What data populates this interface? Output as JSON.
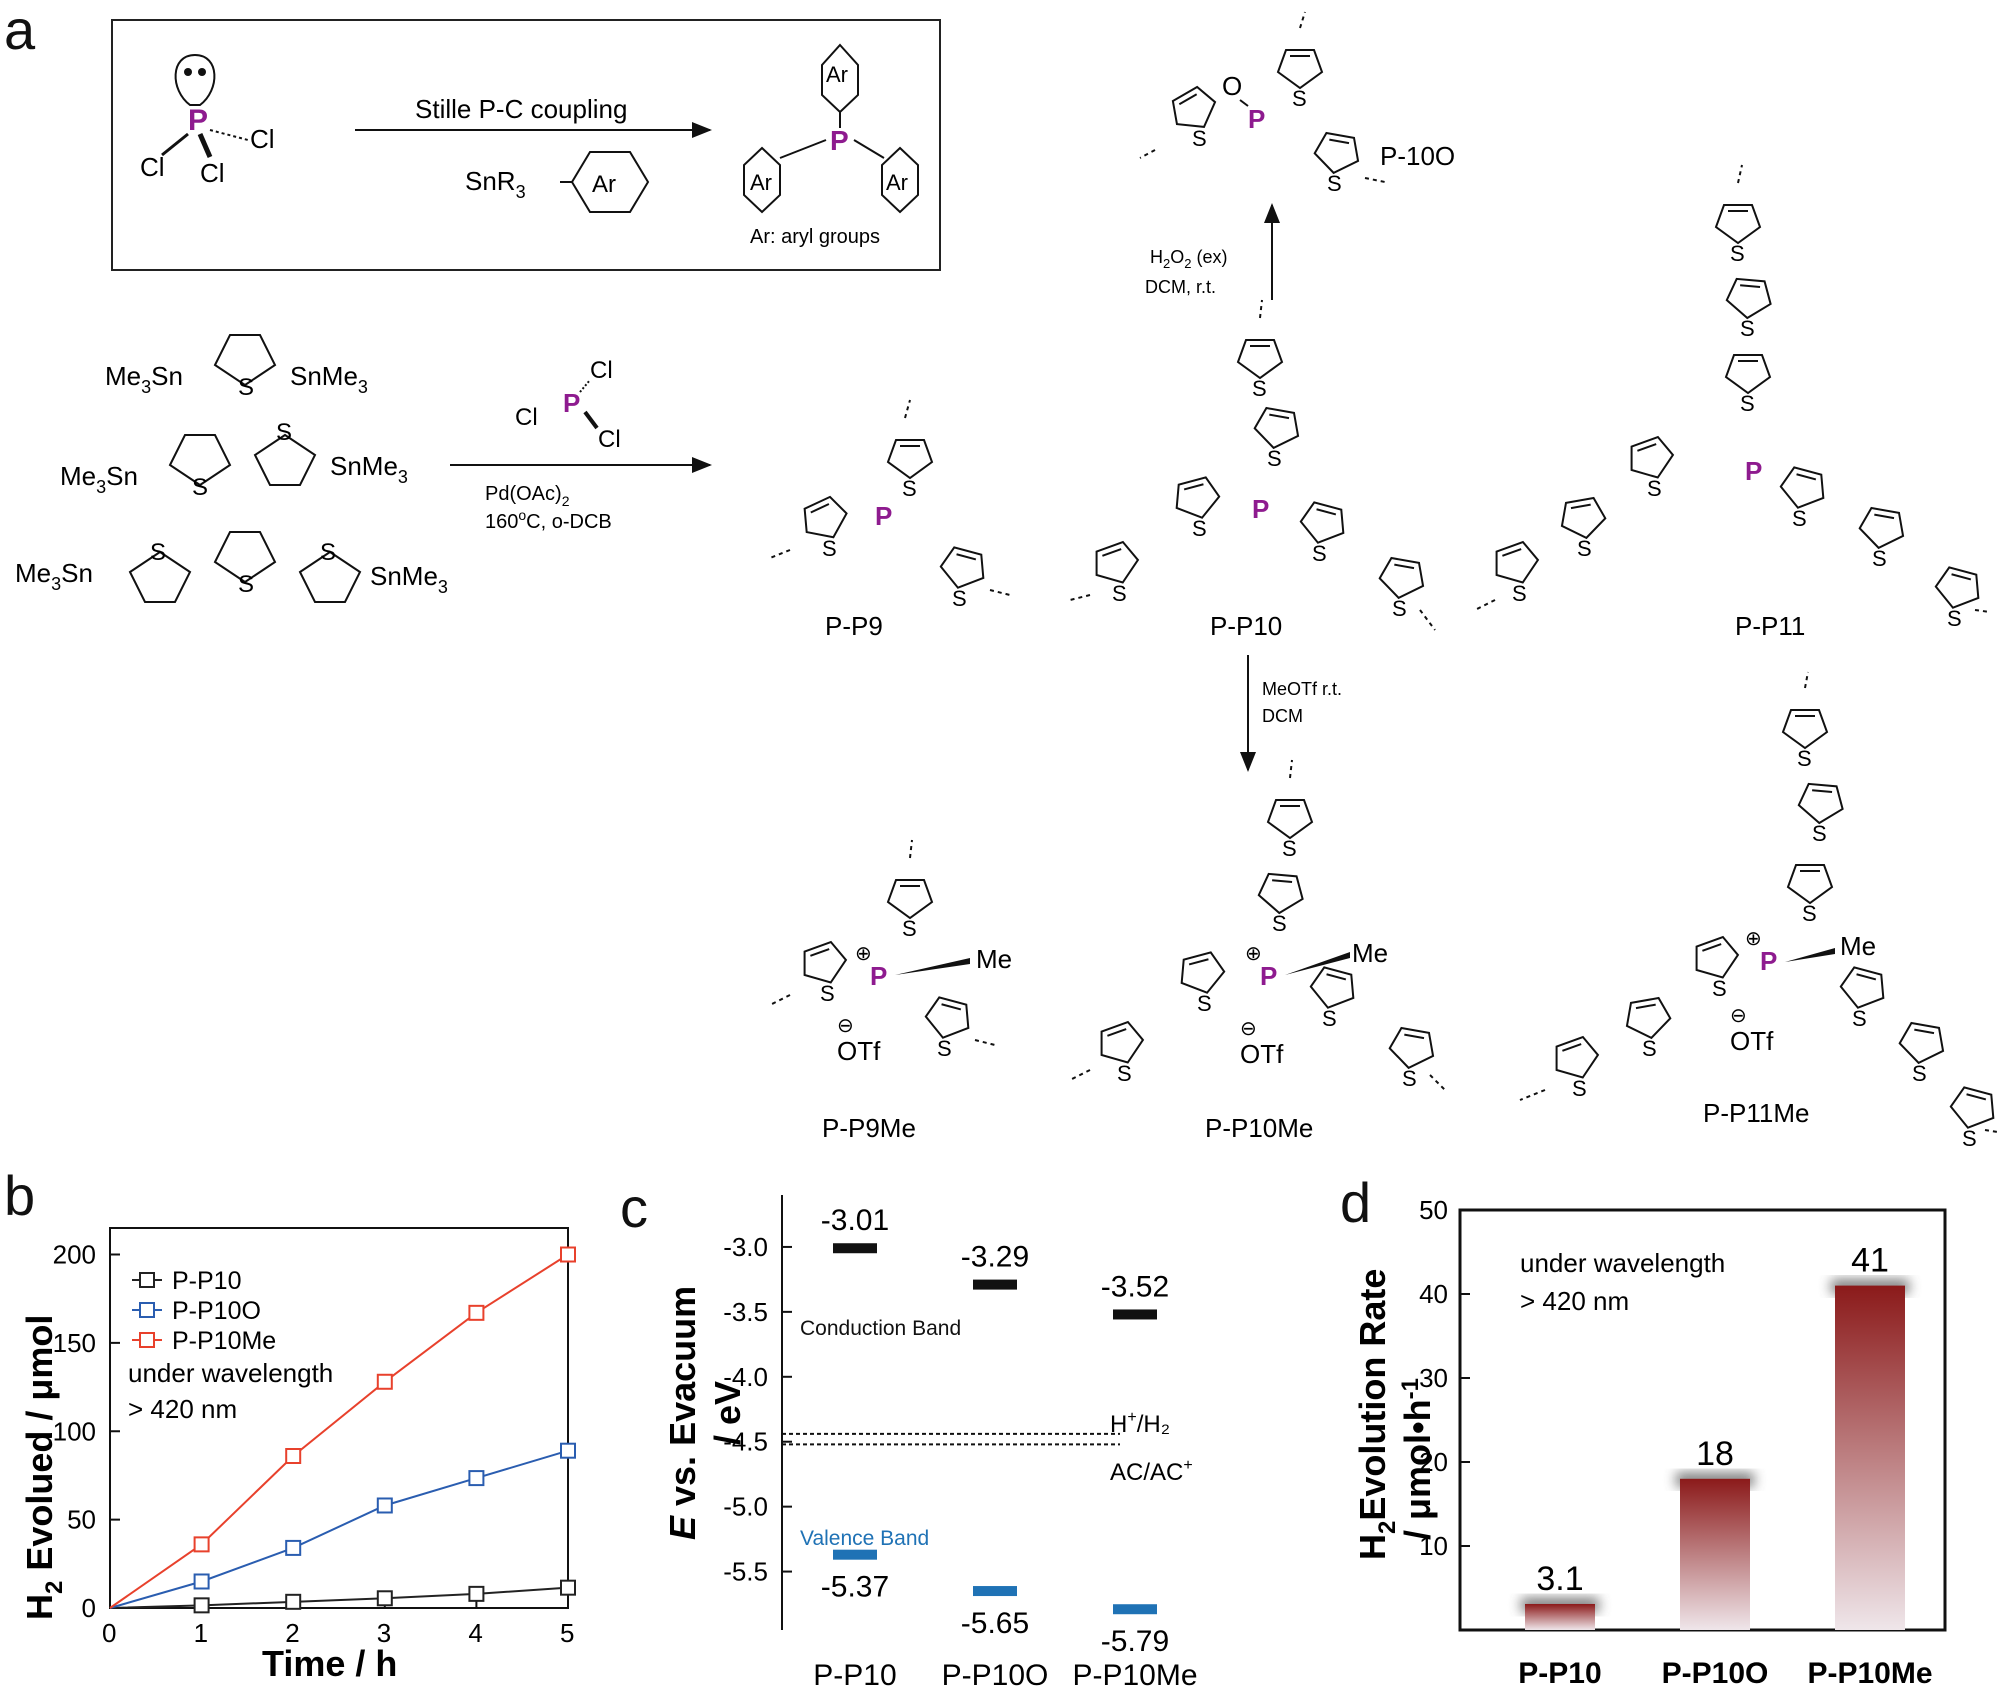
{
  "panels": {
    "a": "a",
    "b": "b",
    "c": "c",
    "d": "d"
  },
  "scheme": {
    "box_arrow_top": "Stille P-C coupling",
    "reagent_snr3": "SnR",
    "reagent_snr3_sub": "3",
    "reagent_ar": "Ar",
    "ar_note": "Ar: aryl groups",
    "cl": "Cl",
    "p": "P",
    "s": "S",
    "me": "Me",
    "o": "O",
    "otf": "OTf",
    "monomer1_left": "Me",
    "monomer1_left_sub": "3",
    "monomer1_left_tail": "Sn",
    "monomer1_right": "SnMe",
    "monomer1_right_sub": "3",
    "conditions_main_1": "Pd(OAc)",
    "conditions_main_1_sub": "2",
    "conditions_main_2": "160",
    "conditions_main_2_sup": "o",
    "conditions_main_2_tail": "C, o-DCB",
    "oxidation_1": "H",
    "oxidation_1_sub1": "2",
    "oxidation_1_mid": "O",
    "oxidation_1_sub2": "2",
    "oxidation_1_tail": " (ex)",
    "oxidation_2": "DCM, r.t.",
    "methylation_1": "MeOTf  r.t.",
    "methylation_2": "DCM",
    "labels": {
      "p10o": "P-10O",
      "pp9": "P-P9",
      "pp10": "P-P10",
      "pp11": "P-P11",
      "pp9me": "P-P9Me",
      "pp10me": "P-P10Me",
      "pp11me": "P-P11Me"
    }
  },
  "colors": {
    "phosphorus": "#8e1b8f",
    "black_series": "#222222",
    "blue_series": "#2a5db0",
    "red_series": "#e8412c",
    "band_blue": "#1f72b5",
    "bar_dark": "#8b1a1a"
  },
  "chart_data": [
    {
      "type": "line",
      "panel": "b",
      "x": [
        0,
        1,
        2,
        3,
        4,
        5
      ],
      "series": [
        {
          "name": "P-P10",
          "values": [
            0,
            1.5,
            3.5,
            5.5,
            8,
            11.5
          ]
        },
        {
          "name": "P-P10O",
          "values": [
            0,
            15,
            34,
            58,
            73.5,
            89
          ]
        },
        {
          "name": "P-P10Me",
          "values": [
            0,
            36,
            86,
            128,
            167,
            200
          ]
        }
      ],
      "xlabel": "Time / h",
      "ylabel_main": "H",
      "ylabel_sub": "2",
      "ylabel_tail": " Evolued / μmol",
      "xlim": [
        0,
        5
      ],
      "ylim": [
        0,
        215
      ],
      "xticks": [
        "0",
        "1",
        "2",
        "3",
        "4",
        "5"
      ],
      "yticks": [
        "0",
        "50",
        "100",
        "150",
        "200"
      ],
      "annotation_1": "under wavelength",
      "annotation_2": "> 420 nm",
      "legend": "top-left"
    },
    {
      "type": "bar",
      "panel": "c",
      "categories": [
        "P-P10",
        "P-P10O",
        "P-P10Me"
      ],
      "series": [
        {
          "name": "Conduction Band",
          "values": [
            -3.01,
            -3.29,
            -3.52
          ]
        },
        {
          "name": "Valence Band",
          "values": [
            -5.37,
            -5.65,
            -5.79
          ]
        }
      ],
      "data_labels_cb": [
        "-3.01",
        "-3.29",
        "-3.52"
      ],
      "data_labels_vb": [
        "-5.37",
        "-5.65",
        "-5.79"
      ],
      "reference_lines": [
        {
          "name": "H⁺/H₂",
          "value": -4.44
        },
        {
          "name": "AC/AC⁺",
          "value": -4.52
        }
      ],
      "ref_label_1_main": "H",
      "ref_label_1_sup": "+",
      "ref_label_1_tail": "/H₂",
      "ref_label_2_main": "AC/AC",
      "ref_label_2_sup": "+",
      "ylabel_italic": "E",
      "ylabel_tail": " vs. Evacuum",
      "ylabel_line2": "/ eV",
      "ylim": [
        -5.95,
        -2.6
      ],
      "yticks": [
        "-3.0",
        "-3.5",
        "-4.0",
        "-4.5",
        "-5.0",
        "-5.5"
      ]
    },
    {
      "type": "bar",
      "panel": "d",
      "categories": [
        "P-P10",
        "P-P10O",
        "P-P10Me"
      ],
      "values": [
        3.1,
        18,
        41
      ],
      "data_labels": [
        "3.1",
        "18",
        "41"
      ],
      "ylabel_main": "H",
      "ylabel_sub": "2",
      "ylabel_tail": "Evolution Rate",
      "ylabel_line2": "/ μmol•h",
      "ylabel_line2_sup": "-1",
      "ylim": [
        0,
        50
      ],
      "yticks": [
        "10",
        "20",
        "30",
        "40",
        "50"
      ],
      "annotation_1": "under wavelength",
      "annotation_2": "> 420 nm"
    }
  ]
}
